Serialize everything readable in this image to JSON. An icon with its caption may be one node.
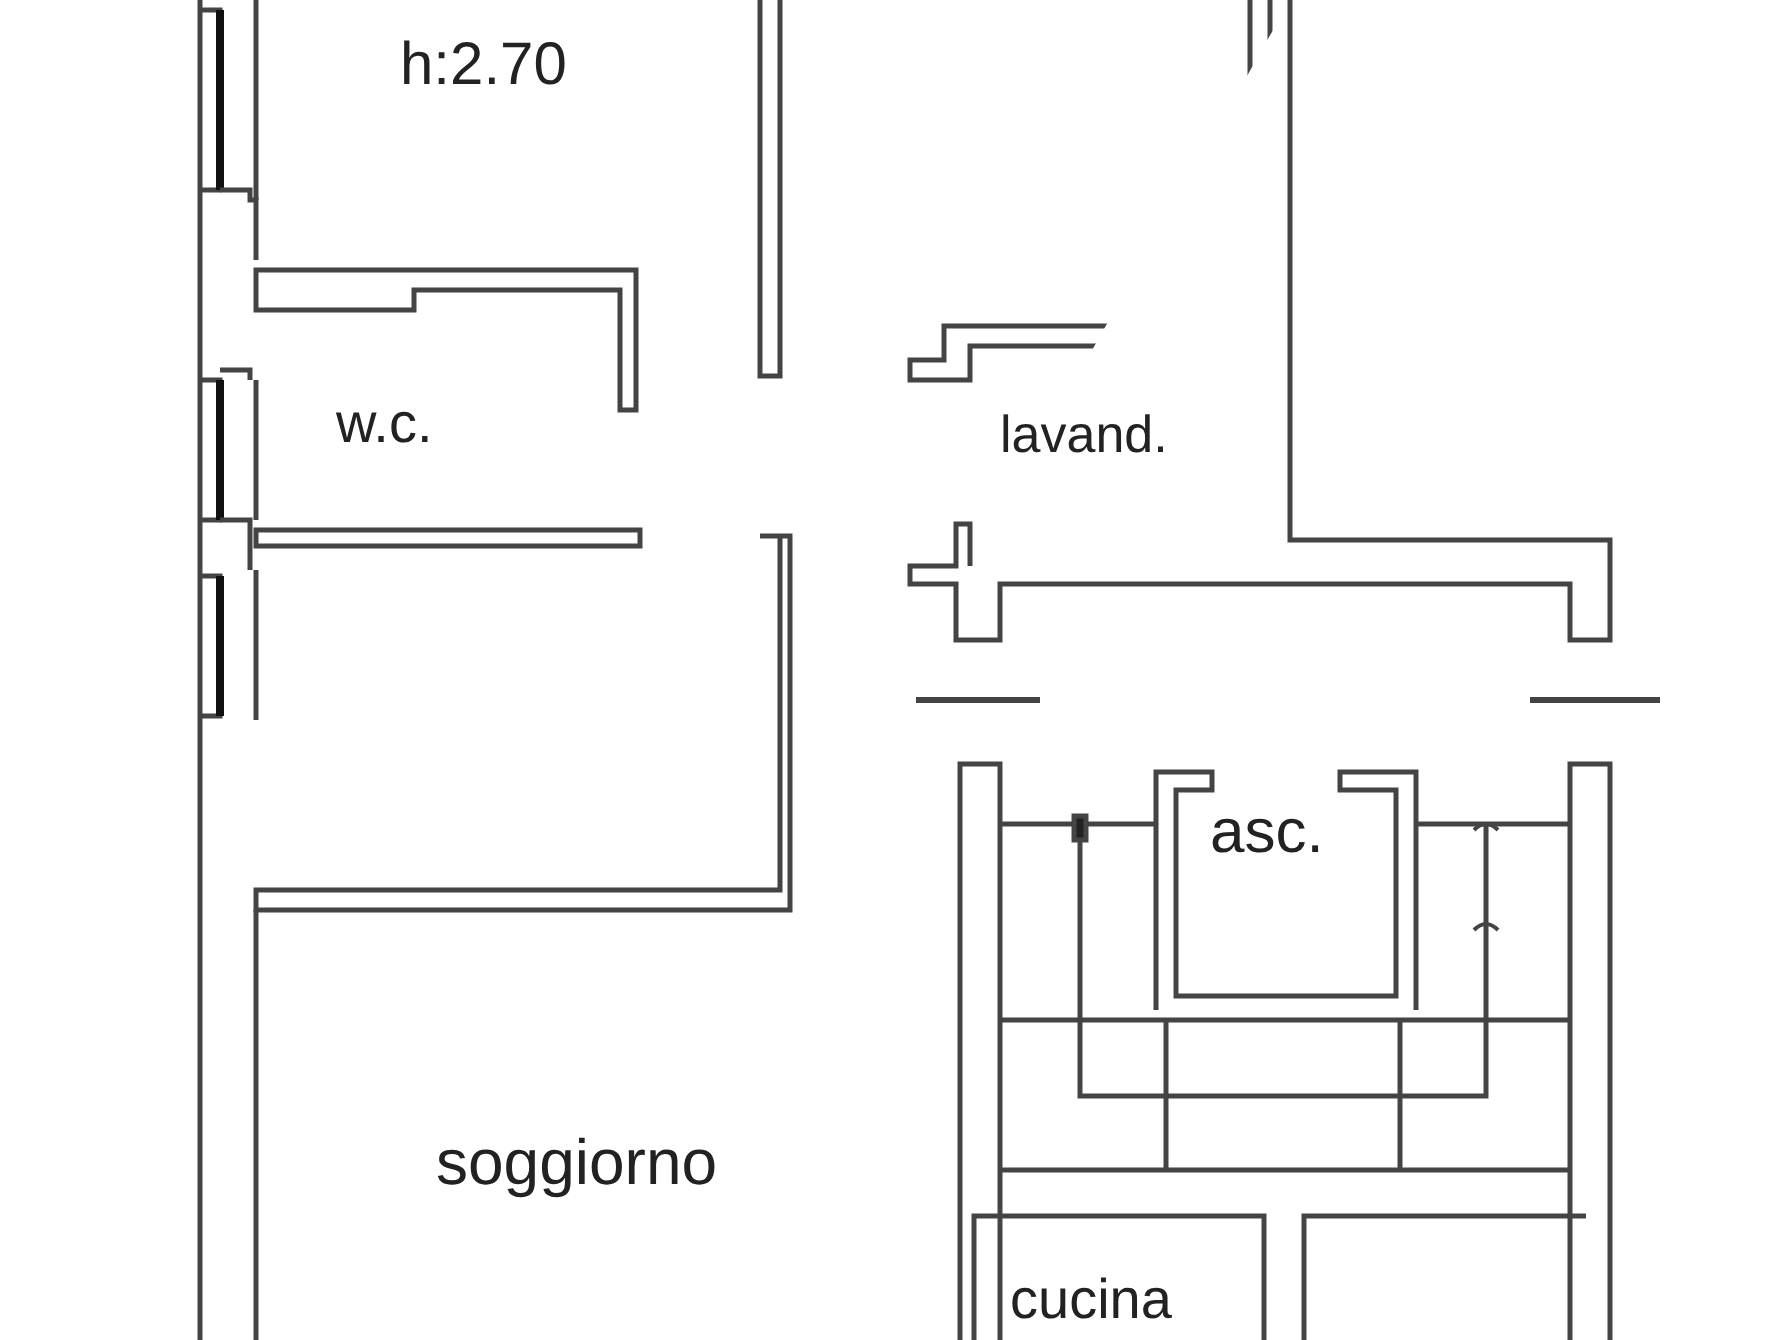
{
  "diagram": {
    "labels": [
      "h:2.70",
      "w.c.",
      "lavand.",
      "asc.",
      "soggiorno",
      "cucina"
    ]
  }
}
